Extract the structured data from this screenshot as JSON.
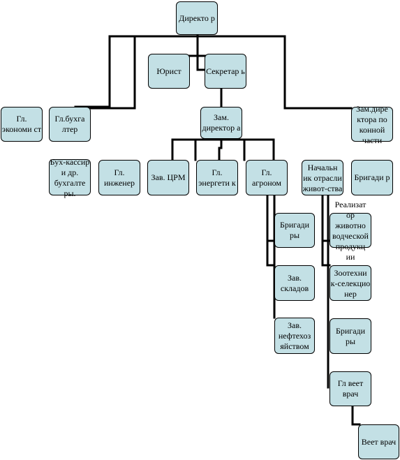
{
  "colors": {
    "box_fill": "#c3e0e5",
    "box_border": "#000000",
    "line": "#000000",
    "background": "#ffffff"
  },
  "nodes": {
    "director": "Директо р",
    "lawyer": "Юрист",
    "secretary": "Секретар ь",
    "chief_economist": "Гл. экономи ст",
    "chief_accountant": "Гл.бухга лтер",
    "cashier": "Бух-кассир и др. бухгалте ры.",
    "deputy_director": "Зам. директор а",
    "deputy_horse": "Зам.дире ктора по конной части",
    "brigadiers_horse": "Бригади р",
    "chief_engineer": "Гл. инженер",
    "head_crm": "Зав. ЦРМ",
    "chief_energy": "Гл. энергети к",
    "chief_agronomist": "Гл. агроном",
    "head_livestock": "Начальн ик отрасли живот-ства",
    "brigadiers_agro": "Бригади ры",
    "head_warehouses": "Зав. складов",
    "head_oil": "Зав. нефтехоз яйством",
    "sales_livestock": "Реализат ор животно водческой продукц ии",
    "zootechnician": "Зоотехни к-селекцио нер",
    "brigadiers_livestock": "Бригади ры",
    "chief_vet": "Гл веет врач",
    "vet": "Веет врач"
  }
}
